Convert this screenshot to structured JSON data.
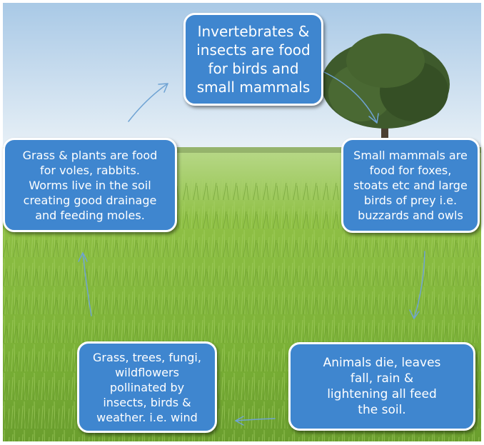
{
  "colors": {
    "box_fill": "#3f86cf",
    "box_border": "#ffffff",
    "arrow": "#6fa3d3",
    "sky_top": "#b9d4ec",
    "grass": "#7fb33b"
  },
  "diagram": {
    "type": "cycle",
    "background": "grass-field-with-tree",
    "nodes": {
      "top": "Invertebrates &\ninsects are food\nfor birds and\nsmall mammals",
      "right": "Small mammals are\nfood for foxes,\nstoats etc and large\nbirds of prey i.e.\nbuzzards and owls",
      "bottom_right": "Animals die, leaves\nfall, rain &\nlightening all feed\nthe soil.",
      "bottom_left": "Grass, trees, fungi,\nwildflowers\npollinated by\ninsects, birds &\nweather. i.e. wind",
      "left": "Grass & plants are food\nfor voles, rabbits.\nWorms live in the soil\ncreating good drainage\nand feeding moles."
    }
  }
}
